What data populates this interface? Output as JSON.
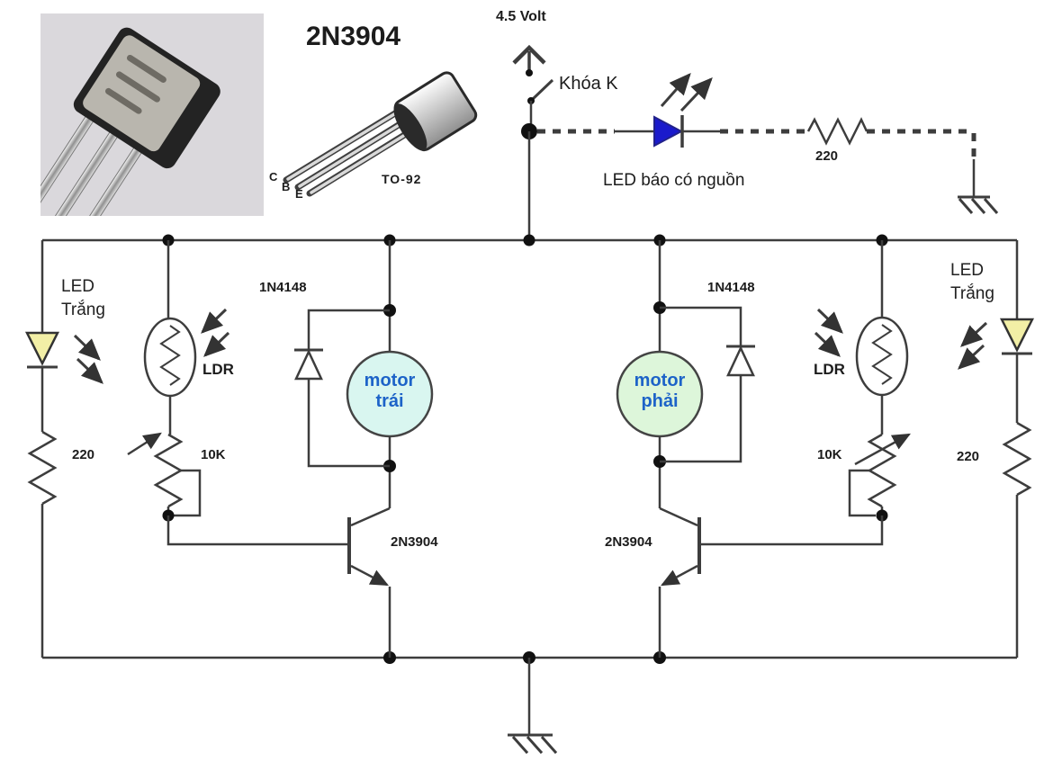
{
  "ref": {
    "part_number": "2N3904",
    "package": "TO-92",
    "pin_c": "C",
    "pin_b": "B",
    "pin_e": "E"
  },
  "power": {
    "supply": "4.5 Volt",
    "switch": "Khóa K",
    "indicator": "LED báo có nguồn",
    "resistor": "220"
  },
  "left": {
    "led1": "LED",
    "led2": "Trắng",
    "resistor": "220",
    "ldr": "LDR",
    "pot": "10K",
    "diode": "1N4148",
    "transistor": "2N3904",
    "motor1": "motor",
    "motor2": "trái"
  },
  "right": {
    "led1": "LED",
    "led2": "Trắng",
    "resistor": "220",
    "ldr": "LDR",
    "pot": "10K",
    "diode": "1N4148",
    "transistor": "2N3904",
    "motor1": "motor",
    "motor2": "phải"
  },
  "colors": {
    "wire": "#3d3d3d",
    "indicator_led_fill": "#1a1acc",
    "motor_left_fill": "#d9f6f0",
    "motor_right_fill": "#ddf6da",
    "motor_text": "#1d63c8",
    "white_led_fill": "#f2efa6",
    "photo_bg": "#dad8dc"
  }
}
